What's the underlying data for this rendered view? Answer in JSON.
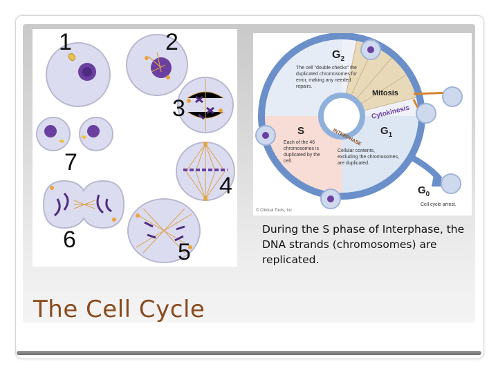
{
  "slide": {
    "title": "The Cell Cycle",
    "caption": "During the S phase of Interphase, the DNA strands (chromosomes) are replicated."
  },
  "mitosis_figure": {
    "stage_numbers": [
      "1",
      "2",
      "3",
      "4",
      "5",
      "6",
      "7"
    ]
  },
  "cycle_diagram": {
    "g2_label": "G",
    "g2_sub": "2",
    "g2_text": [
      "The cell \"double checks\" the",
      "duplicated chromosomes for",
      "error, making any needed",
      "repairs."
    ],
    "mitosis_label": "Mitosis",
    "cytokinesis_label": "Cytokinesis",
    "s_label": "S",
    "s_text": [
      "Each of the 46",
      "chromosomes is",
      "duplicated by the",
      "cell."
    ],
    "interphase_label": "INTERPHASE",
    "g1_label": "G",
    "g1_sub": "1",
    "g1_text": [
      "Cellular contents,",
      "excluding the chromosomes,",
      "are duplicated."
    ],
    "g0_label": "G",
    "g0_sub": "0",
    "g0_text": "Cell cycle arrest.",
    "credit": "© Clinical Tools, Inc"
  },
  "colors": {
    "title": "#8a4a1e",
    "cycle_ring": "#6a8fc9",
    "s_phase": "#f7ddd6",
    "g1_phase": "#dde7f3",
    "mitosis_wedge": "#e8d9b8",
    "cell_fill": "#dcdcf0",
    "chromosome": "#6a3fa0"
  }
}
